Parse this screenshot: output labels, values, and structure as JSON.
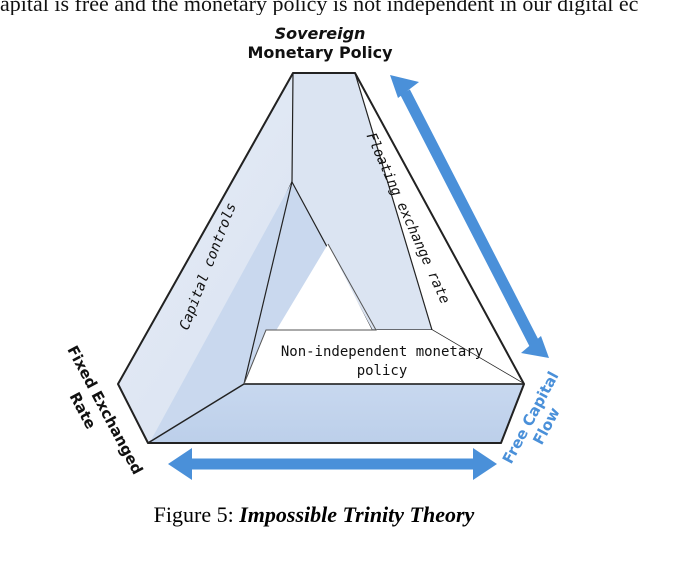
{
  "top_text": "apital is free and the monetary policy is not independent in our digital ec",
  "diagram": {
    "top_label_line1": "Sovereign",
    "top_label_line2": "Monetary Policy",
    "left_label_line1": "Fixed Exchanged",
    "left_label_line2": "Rate",
    "right_label_line1": "Free Capital",
    "right_label_line2": "Flow",
    "left_side_text": "Capital controls",
    "right_side_text": "Floating exchange rate",
    "center_text_line1": "Non-independent monetary",
    "center_text_line2": "policy"
  },
  "colors": {
    "arrow": "#4a90d9",
    "light_face": "#dfe7f3",
    "mid_face": "#c5d6ee",
    "outline": "#222222"
  },
  "caption": {
    "prefix": "Figure 5: ",
    "title": "Impossible Trinity Theory"
  }
}
